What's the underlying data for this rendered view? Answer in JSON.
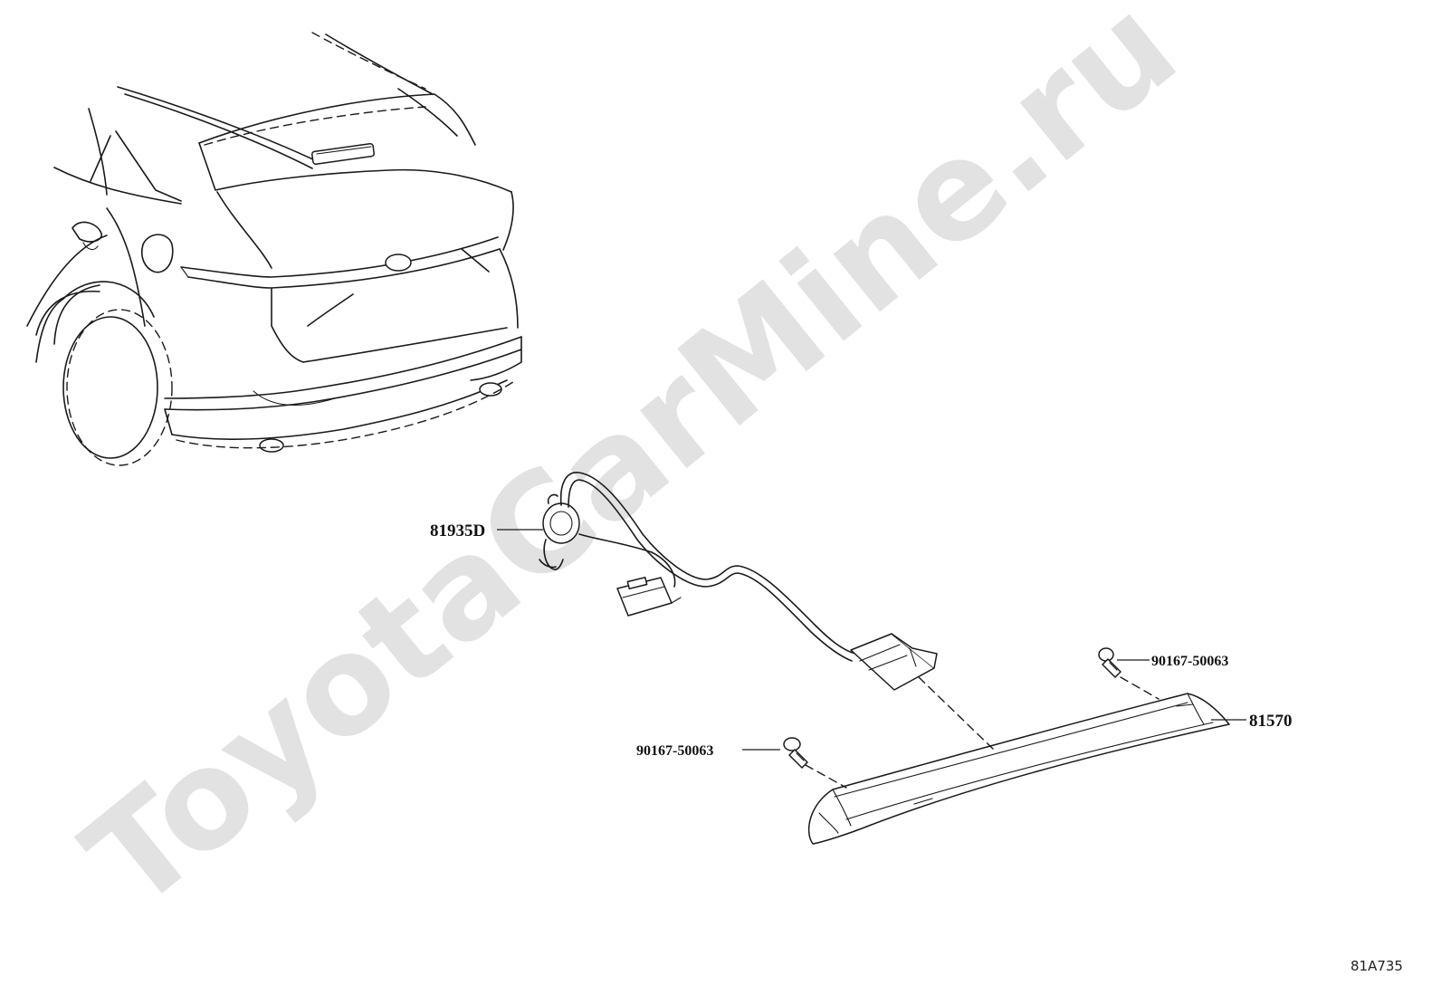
{
  "watermark": "ToyotaCarMine.ru",
  "reference_code": "81A735",
  "colors": {
    "ink": "#1a1a1a",
    "watermark": "#e2e2e2",
    "background": "#ffffff"
  },
  "parts": [
    {
      "id": "harness",
      "label": "81935D"
    },
    {
      "id": "screw-upper",
      "label": "90167-50063"
    },
    {
      "id": "lamp",
      "label": "81570"
    },
    {
      "id": "screw-lower",
      "label": "90167-50063"
    }
  ]
}
